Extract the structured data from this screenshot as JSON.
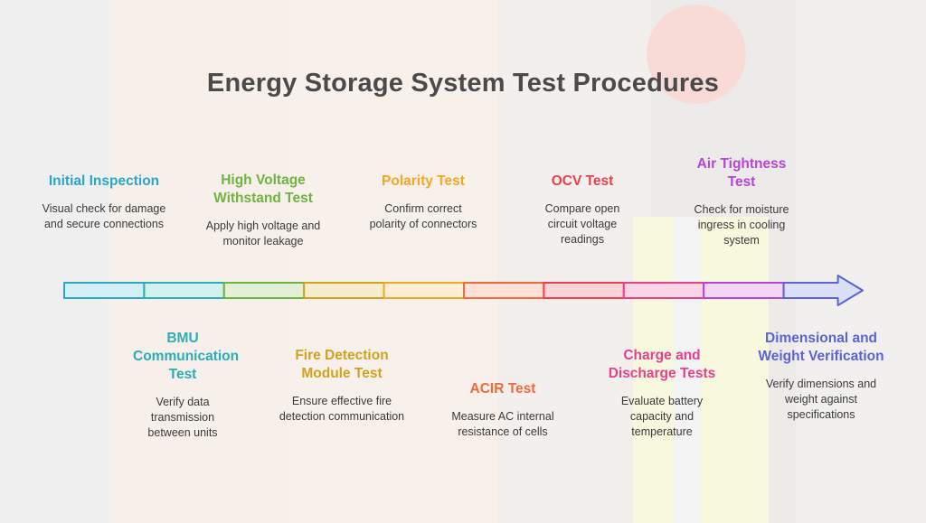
{
  "title": "Energy Storage System Test Procedures",
  "steps": [
    {
      "title": "Initial Inspection",
      "description": "Visual check for damage and secure connections",
      "color": "#2aa6c8",
      "position": "top"
    },
    {
      "title": "BMU Communication Test",
      "description": "Verify data transmission between units",
      "color": "#2aaeb8",
      "position": "bottom"
    },
    {
      "title": "High Voltage Withstand Test",
      "description": "Apply high voltage and monitor leakage",
      "color": "#6fb341",
      "position": "top"
    },
    {
      "title": "Fire Detection Module Test",
      "description": "Ensure effective fire detection communication",
      "color": "#d2a21c",
      "position": "bottom"
    },
    {
      "title": "Polarity Test",
      "description": "Confirm correct polarity of connectors",
      "color": "#f5a623",
      "position": "top"
    },
    {
      "title": "ACIR Test",
      "description": "Measure AC internal resistance of cells",
      "color": "#f26a3d",
      "position": "bottom"
    },
    {
      "title": "OCV Test",
      "description": "Compare open circuit voltage readings",
      "color": "#ec3f4b",
      "position": "top"
    },
    {
      "title": "Charge and Discharge Tests",
      "description": "Evaluate battery capacity and temperature",
      "color": "#e8408a",
      "position": "bottom"
    },
    {
      "title": "Air Tightness Test",
      "description": "Check for moisture ingress in cooling system",
      "color": "#b844d6",
      "position": "top"
    },
    {
      "title": "Dimensional and Weight Verification",
      "description": "Verify dimensions and weight against specifications",
      "color": "#5a63d8",
      "position": "bottom"
    }
  ],
  "segment_fills": [
    "#d4eef6",
    "#d2f0ee",
    "#e3f0d6",
    "#f6edcf",
    "#fdefd6",
    "#fde0d6",
    "#fcd5d8",
    "#fbd4e6",
    "#f1d6f8",
    "#dcdff8"
  ]
}
